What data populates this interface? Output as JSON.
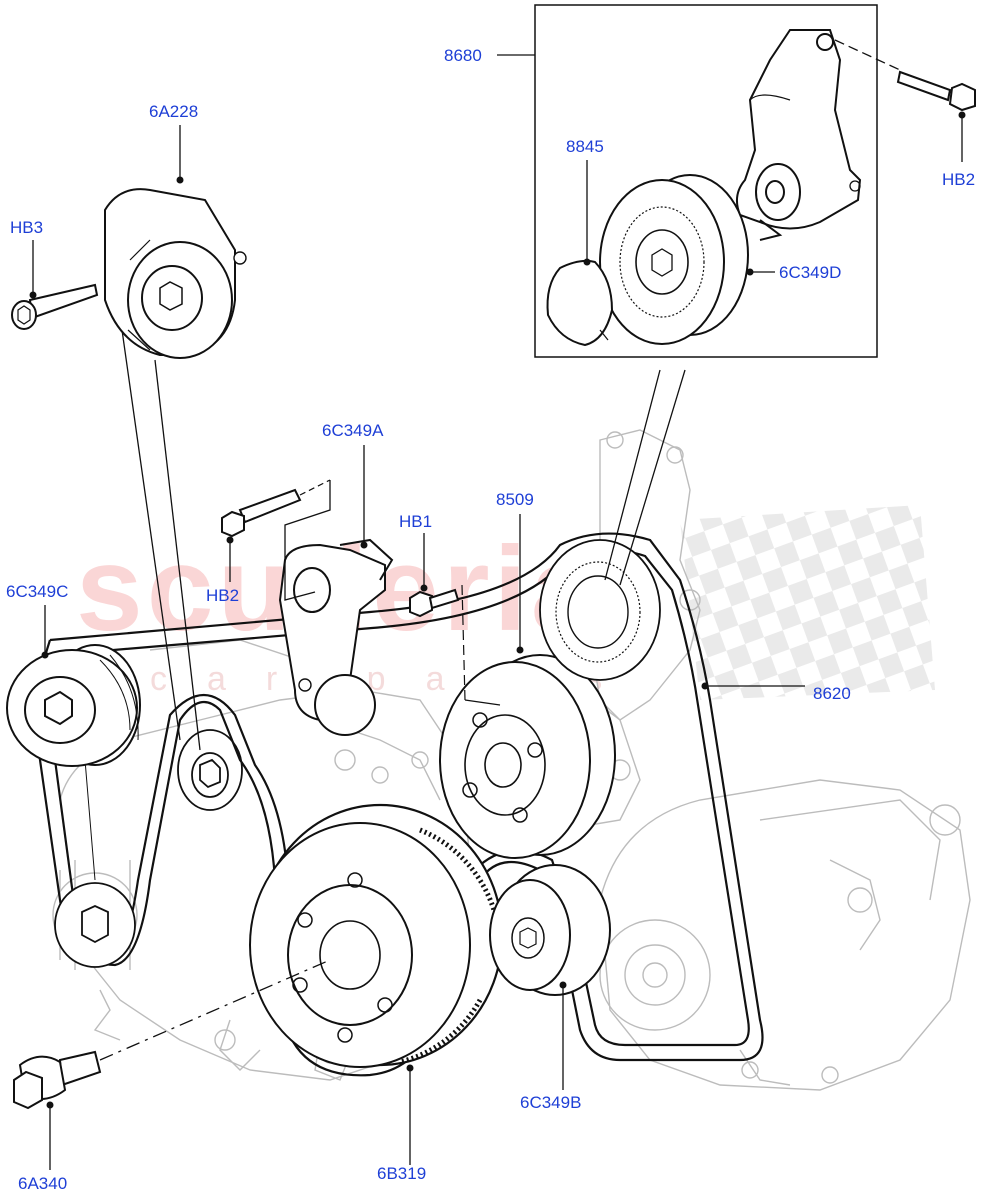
{
  "watermark": {
    "brand": "scuderia",
    "sub": "car parts"
  },
  "labels": {
    "p8680": "8680",
    "p8845": "8845",
    "p6C349D": "6C349D",
    "pHB2_top": "HB2",
    "p6A228": "6A228",
    "pHB3": "HB3",
    "p6C349A": "6C349A",
    "pHB1": "HB1",
    "pHB2_mid": "HB2",
    "p8509": "8509",
    "p6C349C": "6C349C",
    "p8620": "8620",
    "p6C349B": "6C349B",
    "p6B319": "6B319",
    "p6A340": "6A340"
  },
  "colors": {
    "label": "#1e3fd6",
    "line": "#111111",
    "ghost": "#b8b8b8",
    "watermark": "#f6b6b6"
  }
}
